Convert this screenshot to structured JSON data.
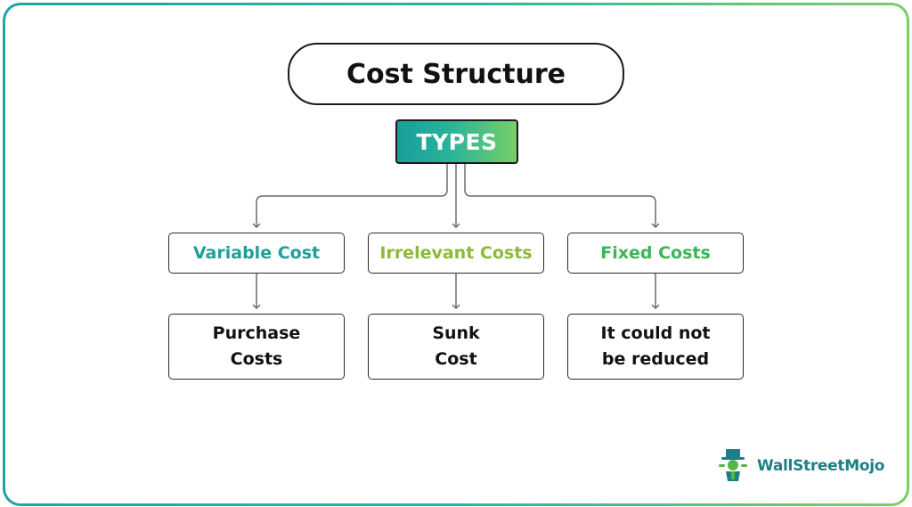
{
  "diagram": {
    "title": "Cost Structure",
    "root": "TYPES",
    "branches": [
      {
        "type": "Variable Cost",
        "example": [
          "Purchase",
          "Costs"
        ],
        "color": "#1f9e98"
      },
      {
        "type": "Irrelevant Costs",
        "example": [
          "Sunk",
          "Cost"
        ],
        "color": "#8cba3a"
      },
      {
        "type": "Fixed Costs",
        "example": [
          "It could not",
          "be reduced"
        ],
        "color": "#3cb552"
      }
    ]
  },
  "brand": {
    "name": "WallStreetMojo",
    "logo_icon": "mascot-hat-icon",
    "colors": {
      "teal": "#1d7f86",
      "green": "#52b848"
    }
  },
  "colors": {
    "frame_gradient": [
      "#1fa5a0",
      "#7ccf63"
    ],
    "types_gradient": [
      "#1a9e9a",
      "#76cf67"
    ],
    "connector": "#6b6b6b"
  }
}
